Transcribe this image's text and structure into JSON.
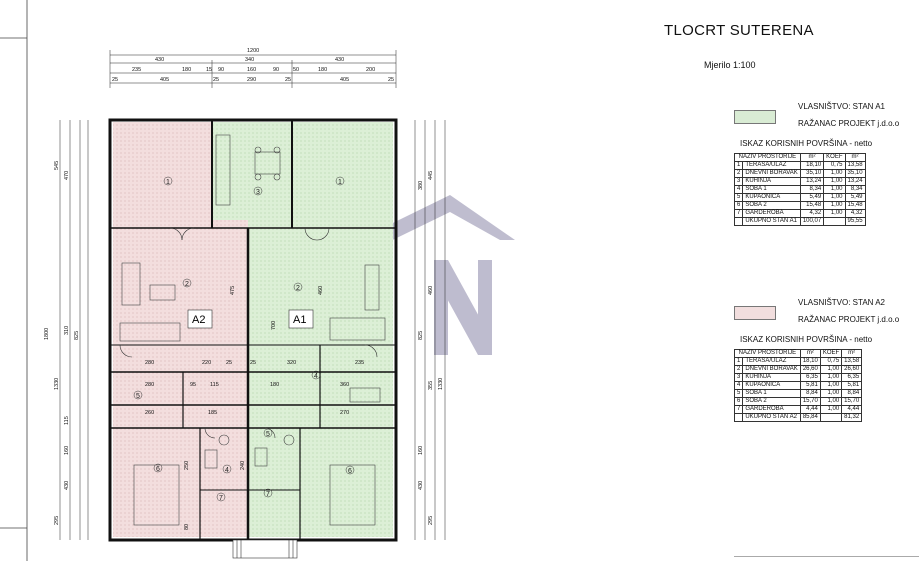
{
  "header": {
    "title": "TLOCRT SUTERENA",
    "scale": "Mjerilo 1:100"
  },
  "plan": {
    "units": {
      "a1": "A1",
      "a2": "A2"
    },
    "dims_top_row1": [
      "1200"
    ],
    "dims_top_row2": [
      "430",
      "340",
      "430"
    ],
    "dims_top_row3": [
      "235",
      "180",
      "15",
      "90",
      "160",
      "90",
      "50",
      "180",
      "200"
    ],
    "dims_top_row4": [
      "25",
      "405",
      "25",
      "290",
      "25",
      "405",
      "25"
    ],
    "dims_left": [
      "1800",
      "545",
      "470",
      "310",
      "1330",
      "825",
      "115",
      "160",
      "430",
      "295"
    ],
    "dims_right": [
      "1330",
      "825",
      "445",
      "380",
      "460",
      "355",
      "160",
      "430",
      "295"
    ],
    "inner_dims": [
      "280",
      "220",
      "25",
      "320",
      "280",
      "95",
      "115",
      "180",
      "360",
      "260",
      "185",
      "270",
      "235",
      "700",
      "475",
      "460",
      "250",
      "240",
      "80",
      "25"
    ]
  },
  "legend": {
    "a1": {
      "owner_line1": "VLASNIŠTVO: STAN A1",
      "owner_line2": "RAŽANAC PROJEKT j.d.o.o",
      "color": "#d9ecd4",
      "iskaz": "ISKAZ KORISNIH POVRŠINA - netto",
      "headers": [
        "NAZIV PROSTORIJE",
        "m²",
        "KOEF",
        "m²"
      ],
      "rows": [
        [
          "1",
          "TERASA/ULAZ",
          "18,10",
          "0,75",
          "13,58"
        ],
        [
          "2",
          "DNEVNI BORAVAK",
          "35,10",
          "1,00",
          "35,10"
        ],
        [
          "3",
          "KUHINJA",
          "13,24",
          "1,00",
          "13,24"
        ],
        [
          "4",
          "SOBA 1",
          "8,34",
          "1,00",
          "8,34"
        ],
        [
          "5",
          "KUPAONICA",
          "5,49",
          "1,00",
          "5,49"
        ],
        [
          "6",
          "SOBA 2",
          "15,48",
          "1,00",
          "15,48"
        ],
        [
          "7",
          "GARDEROBA",
          "4,32",
          "1,00",
          "4,32"
        ]
      ],
      "total": [
        "UKUPNO STAN A1",
        "100,07",
        "",
        "95,55"
      ]
    },
    "a2": {
      "owner_line1": "VLASNIŠTVO: STAN A2",
      "owner_line2": "RAŽANAC PROJEKT j.d.o.o",
      "color": "#f2dede",
      "iskaz": "ISKAZ KORISNIH POVRŠINA - netto",
      "headers": [
        "NAZIV PROSTORIJE",
        "m²",
        "KOEF",
        "m²"
      ],
      "rows": [
        [
          "1",
          "TERASA/ULAZ",
          "18,10",
          "0,75",
          "13,58"
        ],
        [
          "2",
          "DNEVNI BORAVAK",
          "26,60",
          "1,00",
          "26,60"
        ],
        [
          "3",
          "KUHINJA",
          "6,35",
          "1,00",
          "6,35"
        ],
        [
          "4",
          "KUPAONICA",
          "5,81",
          "1,00",
          "5,81"
        ],
        [
          "5",
          "SOBA 1",
          "8,84",
          "1,00",
          "8,84"
        ],
        [
          "6",
          "SOBA 2",
          "15,70",
          "1,00",
          "15,70"
        ],
        [
          "7",
          "GARDEROBA",
          "4,44",
          "1,00",
          "4,44"
        ]
      ],
      "total": [
        "UKUPNO STAN A2",
        "85,84",
        "",
        "81,32"
      ]
    }
  }
}
